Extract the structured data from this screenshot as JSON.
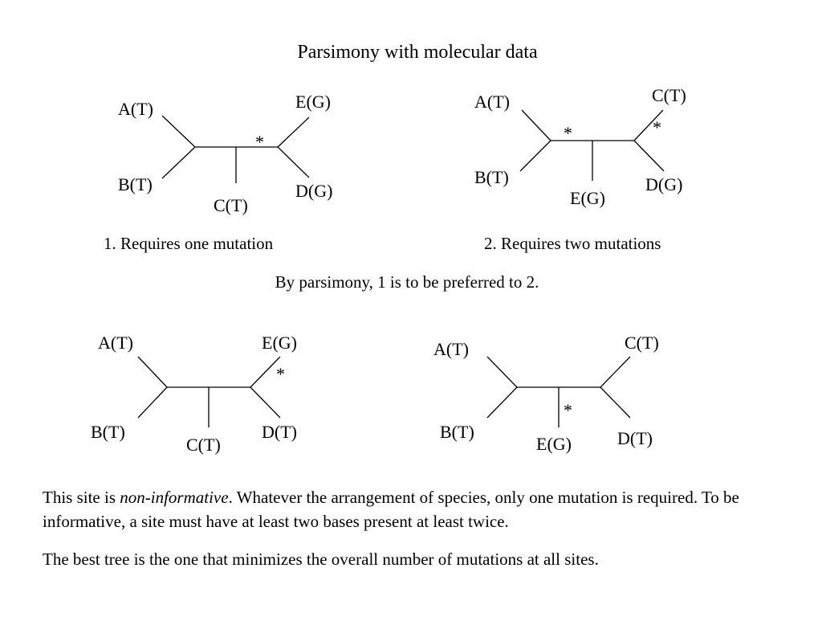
{
  "title": "Parsimony with molecular data",
  "trees": [
    {
      "labels": {
        "a": "A(T)",
        "b": "B(T)",
        "c": "C(T)",
        "e": "E(G)",
        "d": "D(G)"
      },
      "mutations": [
        "*"
      ]
    },
    {
      "labels": {
        "a": "A(T)",
        "b": "B(T)",
        "c": "E(G)",
        "e": "C(T)",
        "d": "D(G)"
      },
      "mutations": [
        "*",
        "*"
      ]
    },
    {
      "labels": {
        "a": "A(T)",
        "b": "B(T)",
        "c": "C(T)",
        "e": "E(G)",
        "d": "D(T)"
      },
      "mutations": [
        "*"
      ]
    },
    {
      "labels": {
        "a": "A(T)",
        "b": "B(T)",
        "c": "E(G)",
        "e": "C(T)",
        "d": "D(T)"
      },
      "mutations": [
        "*"
      ]
    }
  ],
  "captions": {
    "tree1": "1. Requires one mutation",
    "tree2": "2. Requires two mutations",
    "preference": "By parsimony, 1 is to be preferred to 2."
  },
  "paragraphs": {
    "p1_before": "This site is ",
    "p1_em": "non-informative",
    "p1_after": ". Whatever the arrangement of species, only one mutation is required. To be informative, a site must have at least two bases present at least twice.",
    "p2": "The best tree is the one that minimizes the overall number of mutations at all sites."
  }
}
